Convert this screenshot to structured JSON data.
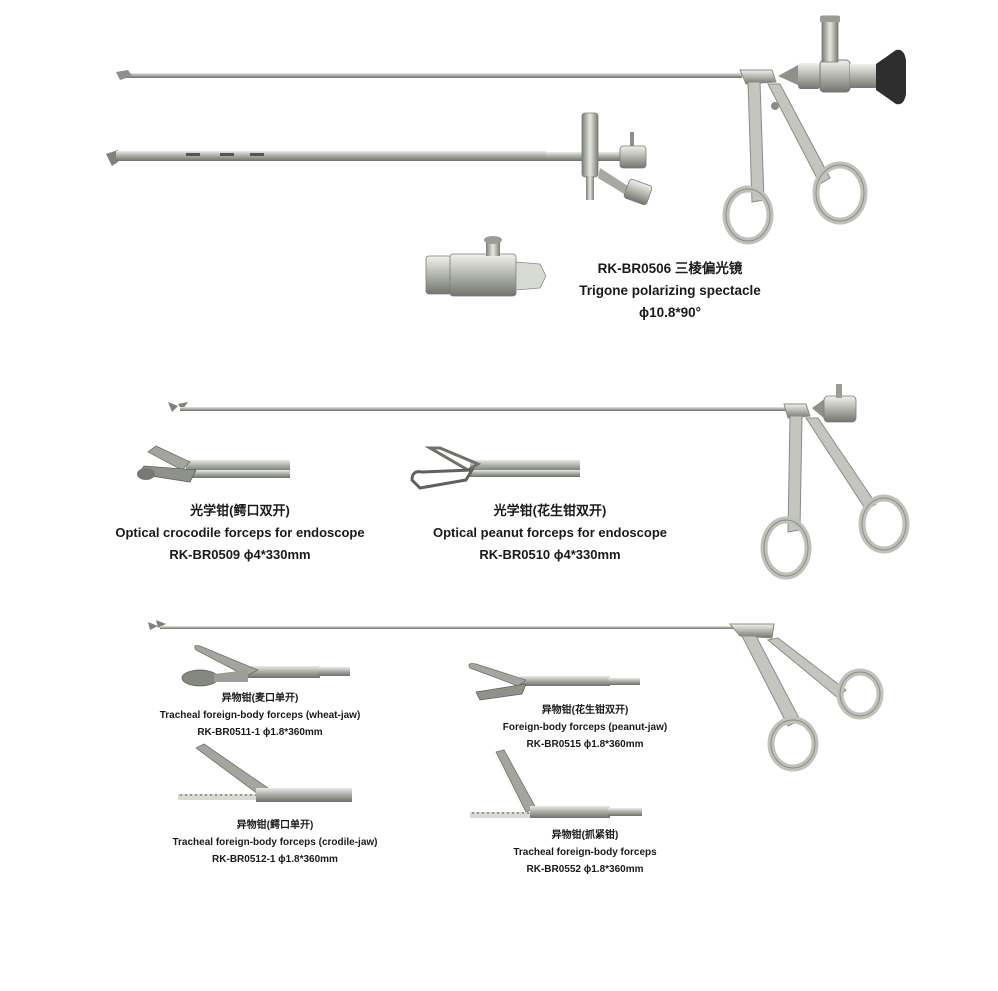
{
  "products": [
    {
      "id": "trigone-spectacle",
      "chinese_name": "RK-BR0506 三棱偏光镜",
      "english_name": "Trigone polarizing spectacle",
      "spec": "ϕ10.8*90°"
    },
    {
      "id": "optical-crocodile-forceps",
      "chinese_name": "光学钳(鳄口双开)",
      "english_name": "Optical  crocodile forceps for endoscope",
      "spec": "RK-BR0509  ϕ4*330mm"
    },
    {
      "id": "optical-peanut-forceps",
      "chinese_name": "光学钳(花生钳双开)",
      "english_name": "Optical  peanut forceps for endoscope",
      "spec": "RK-BR0510  ϕ4*330mm"
    },
    {
      "id": "tracheal-wheat-jaw",
      "chinese_name": "异物钳(麦口单开)",
      "english_name": "Tracheal foreign-body forceps (wheat-jaw)",
      "spec": "RK-BR0511-1  ϕ1.8*360mm"
    },
    {
      "id": "foreign-body-peanut-jaw",
      "chinese_name": "异物钳(花生钳双开)",
      "english_name": "Foreign-body forceps (peanut-jaw)",
      "spec": "RK-BR0515  ϕ1.8*360mm"
    },
    {
      "id": "tracheal-crodile-jaw",
      "chinese_name": "异物钳(鳄口单开)",
      "english_name": "Tracheal foreign-body forceps (crodile-jaw)",
      "spec": "RK-BR0512-1  ϕ1.8*360mm"
    },
    {
      "id": "tracheal-grasping",
      "chinese_name": "异物钳(抓紧钳)",
      "english_name": "Tracheal foreign-body  forceps",
      "spec": "RK-BR0552  ϕ1.8*360mm"
    }
  ],
  "colors": {
    "steel": "#b9bcb4",
    "steel_dark": "#7c7f78",
    "steel_light": "#e4e6e0",
    "eyepiece": "#2e2e2e",
    "text": "#1a1a1a"
  }
}
